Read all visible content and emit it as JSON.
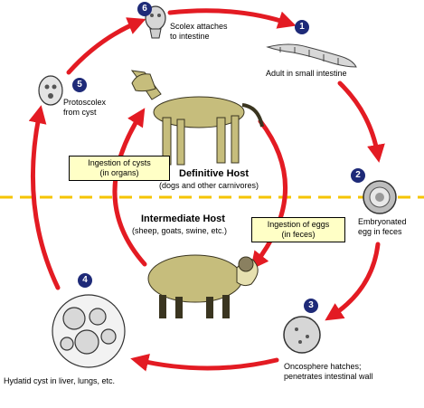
{
  "colors": {
    "arrow": "#e31b23",
    "divider": "#f5c400",
    "badge": "#1e2a78",
    "box_fill": "#ffffc6"
  },
  "definitive_host": {
    "title": "Definitive Host",
    "subtitle": "(dogs and other carnivores)"
  },
  "intermediate_host": {
    "title": "Intermediate Host",
    "subtitle": "(sheep, goats, swine, etc.)"
  },
  "boxes": {
    "cysts_line1": "Ingestion of cysts",
    "cysts_line2": "(in organs)",
    "eggs_line1": "Ingestion of eggs",
    "eggs_line2": "(in feces)"
  },
  "stages": [
    {
      "number": "1",
      "line1": "Adult in small intestine",
      "line2": ""
    },
    {
      "number": "2",
      "line1": "Embryonated",
      "line2": "egg in feces"
    },
    {
      "number": "3",
      "line1": "Oncosphere hatches;",
      "line2": "penetrates intestinal wall"
    },
    {
      "number": "4",
      "line1": "Hydatid cyst in liver, lungs, etc.",
      "line2": ""
    },
    {
      "number": "5",
      "line1": "Protoscolex",
      "line2": "from cyst"
    },
    {
      "number": "6",
      "line1": "Scolex attaches",
      "line2": "to intestine"
    }
  ],
  "icons": {
    "dog": "dog-illustration",
    "sheep": "sheep-illustration",
    "adult": "adult-tapeworm-icon",
    "egg": "embryonated-egg-icon",
    "oncosphere": "oncosphere-icon",
    "cyst": "hydatid-cyst-icon",
    "protoscolex": "protoscolex-icon",
    "scolex": "scolex-icon"
  }
}
